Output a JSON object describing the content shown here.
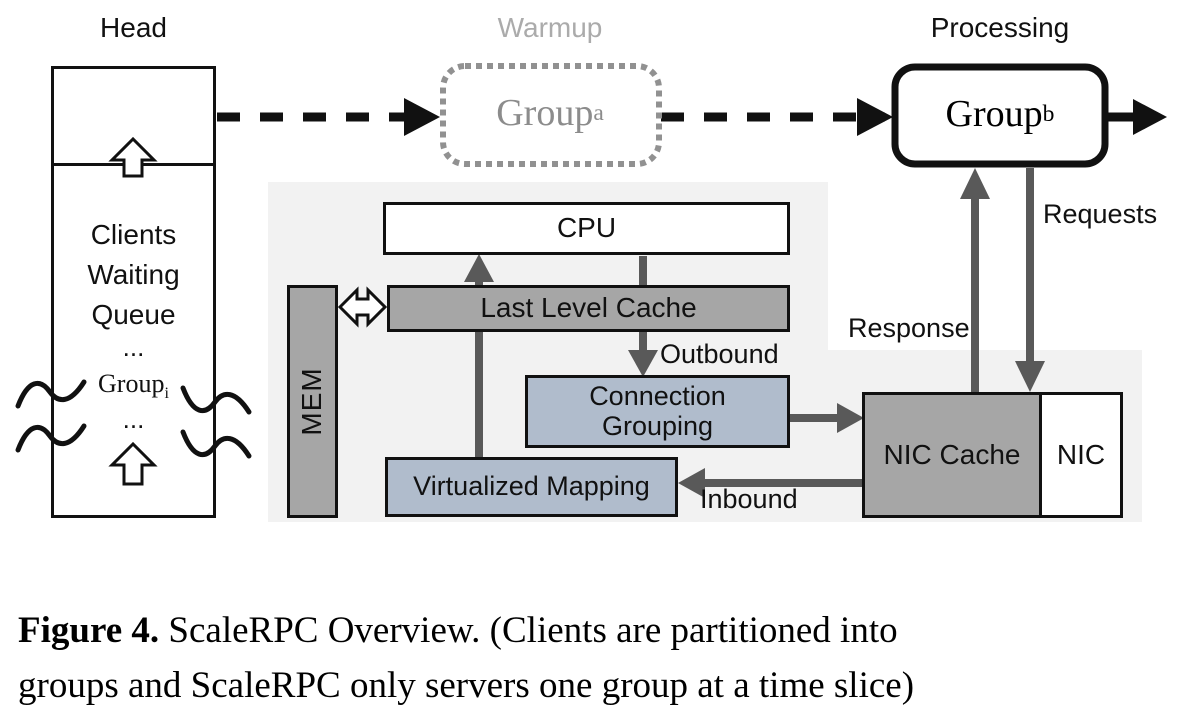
{
  "diagram": {
    "stage_labels": {
      "head": "Head",
      "warmup": "Warmup",
      "processing": "Processing"
    },
    "queue": {
      "line1": "Clients",
      "line2": "Waiting",
      "line3": "Queue",
      "dots1": "...",
      "group": {
        "text": "Group",
        "sub": "i"
      },
      "dots2": "..."
    },
    "group_a": {
      "text": "Group",
      "sub": "a"
    },
    "group_b": {
      "text": "Group",
      "sub": "b"
    },
    "boxes": {
      "cpu": "CPU",
      "llc": "Last Level Cache",
      "mem": "MEM",
      "cg_line1": "Connection",
      "cg_line2": "Grouping",
      "vm": "Virtualized Mapping",
      "nic_cache": "NIC Cache",
      "nic": "NIC"
    },
    "arrow_labels": {
      "outbound": "Outbound",
      "inbound": "Inbound",
      "response": "Response",
      "requests": "Requests"
    },
    "colors": {
      "panel_bg": "#f2f2f2",
      "box_gray": "#a6a6a6",
      "box_blue": "#b0bccc",
      "arrow_gray": "#595959",
      "warmup_gray": "#ababab",
      "group_a_gray": "#8c8c8c",
      "ink": "#111111"
    }
  },
  "caption": {
    "bold": "Figure 4.",
    "line1_rest": "ScaleRPC Overview. (Clients are partitioned into",
    "line2": "groups and ScaleRPC only servers one group at a time slice)"
  }
}
